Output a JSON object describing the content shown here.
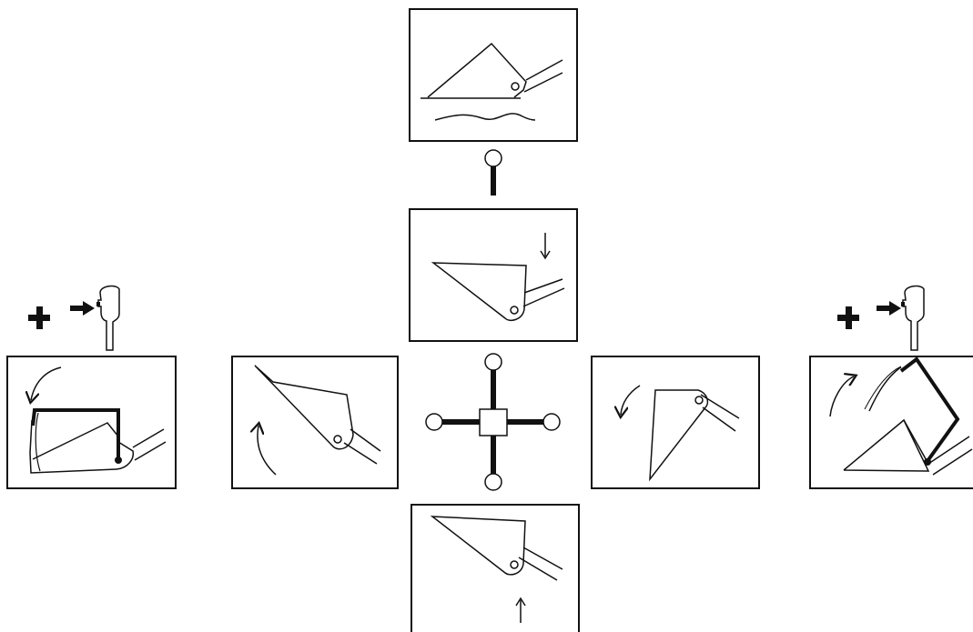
{
  "diagram": {
    "panels": [
      {
        "id": "float",
        "icon": "bucket-float-icon"
      },
      {
        "id": "lower",
        "icon": "bucket-lower-icon"
      },
      {
        "id": "raise",
        "icon": "bucket-raise-icon"
      },
      {
        "id": "rollback",
        "icon": "bucket-rollback-icon"
      },
      {
        "id": "dump",
        "icon": "bucket-dump-icon"
      },
      {
        "id": "rollback-plus-button",
        "icon": "bucket-rollback-extended-icon"
      },
      {
        "id": "dump-plus-button",
        "icon": "bucket-dump-extended-icon"
      }
    ],
    "joystick": {
      "icon": "joystick-icon"
    },
    "button_indicators": [
      {
        "id": "left",
        "icon": "joystick-button-icon"
      },
      {
        "id": "right",
        "icon": "joystick-button-icon"
      }
    ],
    "colors": {
      "stroke": "#111111",
      "background": "#ffffff"
    }
  }
}
